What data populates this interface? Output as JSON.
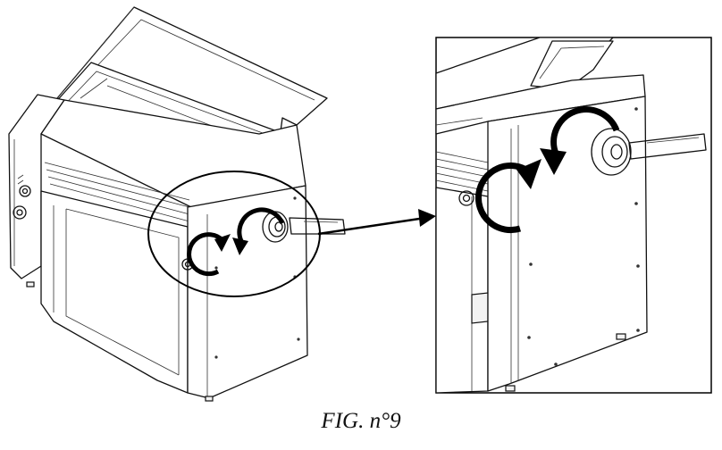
{
  "caption": "FIG. n°9",
  "icons": {
    "machine": "dough-sheeter-machine",
    "detail": "side-knob-detail",
    "callout": "detail-arrow",
    "rotation": "rotation-arrow-icon"
  },
  "colors": {
    "ink": "#111111",
    "background": "#ffffff"
  }
}
